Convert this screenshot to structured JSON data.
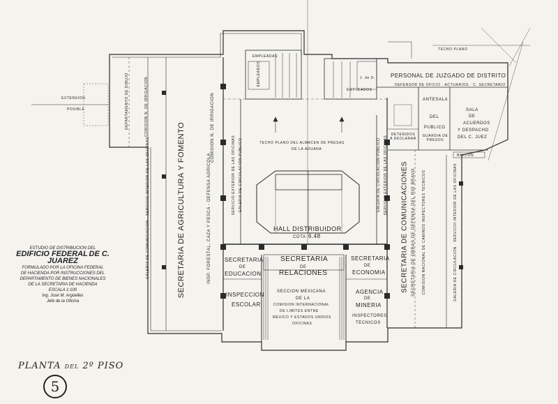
{
  "title_block": {
    "line1": "ESTUDIO DE DISTRIBUCION DEL",
    "line2": "EDIFICIO FEDERAL",
    "line2b": "DE C. JUAREZ",
    "line3": "FORMULADO POR LA OFICINA FEDERAL",
    "line4": "DE HACIENDA POR INSTRUCCIONES DEL",
    "line5": "DEPARTAMENTO DE BIENES NACIONALES",
    "line6": "DE LA SECRETARIA DE HACIENDA",
    "scale": "ESCALA 1:100",
    "author": "Ing. José M. Argüelles",
    "author_role": "Jefe de la Oficina"
  },
  "sheet": {
    "planta": "PLANTA",
    "del": "DEL",
    "piso": "2º PISO",
    "number": "5"
  },
  "labels": {
    "extension": "EXTENSION",
    "extension2": "POSIBLE",
    "dibujo": "DEPARTAMENTO DE DIBUJO",
    "irrigacion_small": "COMISION N. DE IRRIGACION",
    "agricultura": "SECRETARIA DE AGRICULTURA Y FOMENTO",
    "comision_irrigacion": "COMISION N. DE IRRIGACION",
    "insp_forestal": "INSP. FORESTAL, CAZA Y PESCA - DEFENSA AGRICOLA",
    "agri_corridor": "GALERIA DE COMUNICACION · SERVICIO INTERIOR DE LAS OFICINAS",
    "serv_ext_left": "SERVICIO EXTERIOR DE LAS OFICINAS",
    "gal_publico_left": "GALERIA DE CIRCULACION PUBLICO",
    "gal_publico_right": "GALERIA DE CIRCULACION PUBLICO",
    "serv_ext_right": "SERVICIO EXTERIOR DE LAS OFICINAS",
    "techo_almacen": "TECHO PLANO DEL ALMACEN DE PRESAS",
    "aduana": "DE LA ADUANA",
    "hall": "HALL DISTRIBUIDOR",
    "cota": "COTA",
    "cota_value": "6.48",
    "empleadas": "EMPLEADAS",
    "empleados": "EMPLEADOS",
    "empleados2": "EMPLEADOS",
    "jdd": "J. de D.",
    "juzgado": "PERSONAL DE JUZGADO DE DISTRITO",
    "juzgado_sub": "DEFENSOR DE OFICIO · ACTUARIOS · C. SECRETARIO",
    "techo_plano": "TECHO PLANO",
    "antesala1": "ANTESALA",
    "antesala2": "DEL",
    "antesala3": "PUBLICO",
    "detenidos": "DETENIDOS A DECLARAR",
    "guardia": "GUARDIA DE PRESOS",
    "sala1": "SALA",
    "sala2": "DE",
    "sala3": "ACUERDOS",
    "sala4": "Y DESPACHO",
    "sala5": "DEL C. JUEZ",
    "balcon": "BALCON",
    "comunicaciones": "SECRETARIA DE COMUNICACIONES",
    "obras_rio": "SECRETARIA DE OBRAS DE DEFENSA DEL RIO BRAVO",
    "comision_caminos": "COMISION NACIONAL DE CAMINOS INSPECTORES TECNICOS",
    "comun_corridor": "GALERIA DE CIRCULACION · SERVICIO INTERIOR DE LAS OFICINAS",
    "sec_educ1": "SECRETARIA",
    "sec_educ2": "DE",
    "sec_educ3": "EDUCACION",
    "insp_escolar1": "INSPECCION",
    "insp_escolar2": "ESCOLAR",
    "sec_rel1": "SECRETARIA",
    "sec_rel2": "DE",
    "sec_rel3": "RELACIONES",
    "seccion1": "SECCION MEXICANA",
    "seccion2": "DE LA",
    "seccion3": "COMISION INTERNACIONAL",
    "seccion4": "DE LIMITES ENTRE",
    "seccion5": "MEXICO Y ESTADOS UNIDOS",
    "seccion6": "OFICINAS",
    "sec_eco1": "SECRETARIA",
    "sec_eco2": "DE",
    "sec_eco3": "ECONOMIA",
    "mineria1": "AGENCIA",
    "mineria2": "DE",
    "mineria3": "MINERIA",
    "mineria4": "INSPECTORES",
    "mineria5": "TECNICOS"
  }
}
